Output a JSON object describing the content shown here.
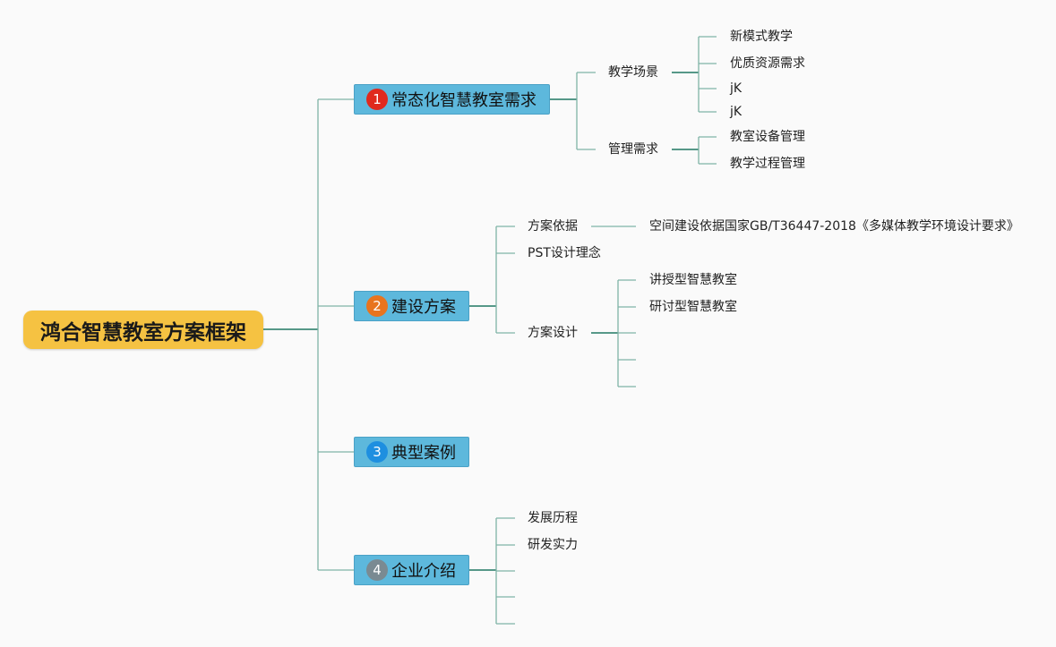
{
  "root": {
    "title": "鸿合智慧教室方案框架"
  },
  "branches": [
    {
      "num": "1",
      "title": "常态化智慧教室需求",
      "badge_color": "#e02a1e",
      "children": [
        {
          "label": "教学场景",
          "children": [
            "新模式教学",
            "优质资源需求",
            "jK",
            "jK"
          ]
        },
        {
          "label": "管理需求",
          "children": [
            "教室设备管理",
            "教学过程管理"
          ]
        }
      ]
    },
    {
      "num": "2",
      "title": "建设方案",
      "badge_color": "#e8741e",
      "children": [
        {
          "label": "方案依据",
          "children": [
            "空间建设依据国家GB/T36447-2018《多媒体教学环境设计要求》"
          ]
        },
        {
          "label": "PST设计理念",
          "children": []
        },
        {
          "label": "方案设计",
          "children": [
            "讲授型智慧教室",
            "研讨型智慧教室",
            "",
            "",
            ""
          ]
        }
      ]
    },
    {
      "num": "3",
      "title": "典型案例",
      "badge_color": "#1e8fe0",
      "children": []
    },
    {
      "num": "4",
      "title": "企业介绍",
      "badge_color": "#7a8a92",
      "children": [
        {
          "label": "发展历程",
          "children": []
        },
        {
          "label": "研发实力",
          "children": []
        },
        {
          "label": "",
          "children": []
        },
        {
          "label": "",
          "children": []
        },
        {
          "label": "",
          "children": []
        }
      ]
    }
  ]
}
